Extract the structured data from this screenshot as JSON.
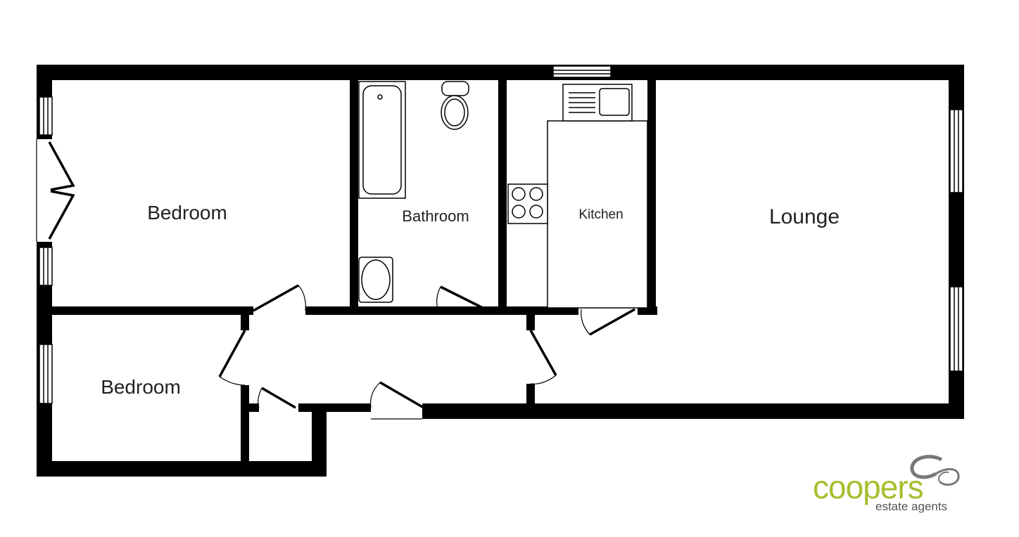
{
  "rooms": {
    "bedroom_main": "Bedroom",
    "bedroom_small": "Bedroom",
    "bathroom": "Bathroom",
    "kitchen": "Kitchen",
    "lounge": "Lounge"
  },
  "logo": {
    "brand": "coopers",
    "tagline": "estate agents"
  },
  "colors": {
    "wall": "#000000",
    "brand": "#a9bd2e",
    "tagline": "#555555"
  }
}
